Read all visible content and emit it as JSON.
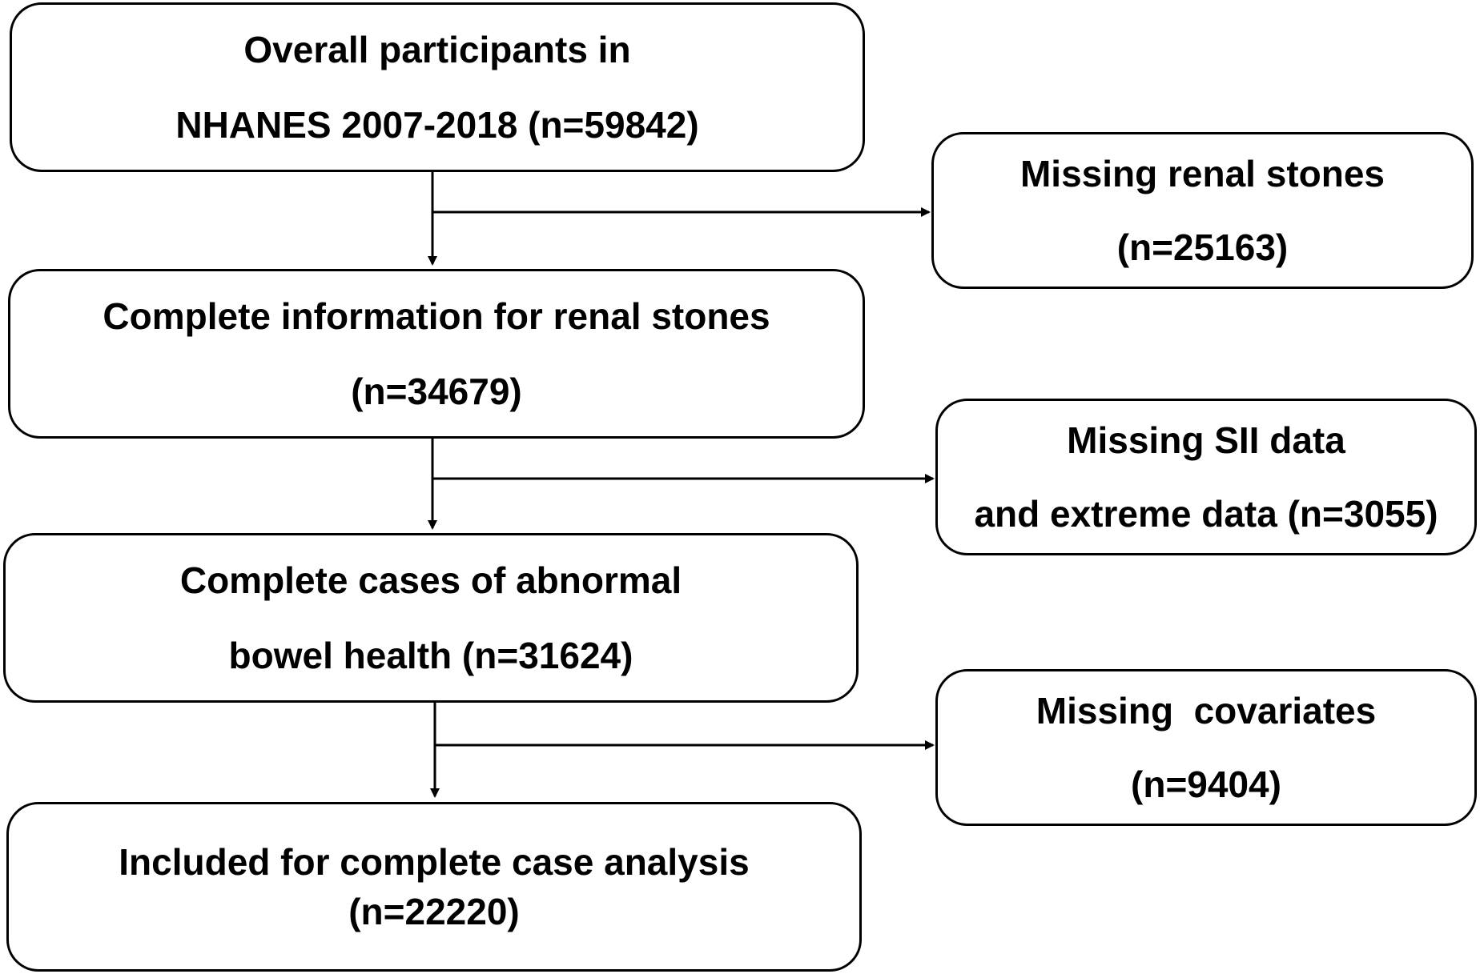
{
  "flowchart": {
    "main_boxes": [
      {
        "id": "overall",
        "lines": [
          "Overall participants in",
          "NHANES 2007-2018 (n=59842)"
        ]
      },
      {
        "id": "renal-complete",
        "lines": [
          "Complete information for renal stones",
          "(n=34679)"
        ]
      },
      {
        "id": "bowel-complete",
        "lines": [
          "Complete cases of abnormal",
          "bowel health (n=31624)"
        ]
      },
      {
        "id": "included",
        "lines": [
          "Included for complete case analysis",
          "(n=22220)"
        ]
      }
    ],
    "exclusion_boxes": [
      {
        "id": "missing-renal",
        "lines": [
          "Missing renal stones",
          "(n=25163)"
        ]
      },
      {
        "id": "missing-sii",
        "lines": [
          "Missing SII data",
          "and extreme data (n=3055)"
        ]
      },
      {
        "id": "missing-covariates",
        "lines": [
          "Missing  covariates",
          "(n=9404)"
        ]
      }
    ]
  }
}
